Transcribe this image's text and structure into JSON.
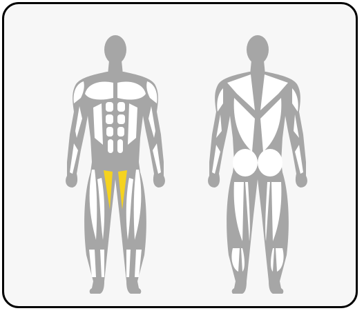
{
  "colors": {
    "card_background": "#f7f7f7",
    "card_border": "#000000",
    "silhouette": "#a6a6a6",
    "muscle": "#ffffff",
    "highlight": "#f5d31f"
  },
  "figures": {
    "front": {
      "view": "anterior",
      "highlighted_muscles": [
        "hip-adductors"
      ]
    },
    "back": {
      "view": "posterior",
      "highlighted_muscles": []
    }
  }
}
